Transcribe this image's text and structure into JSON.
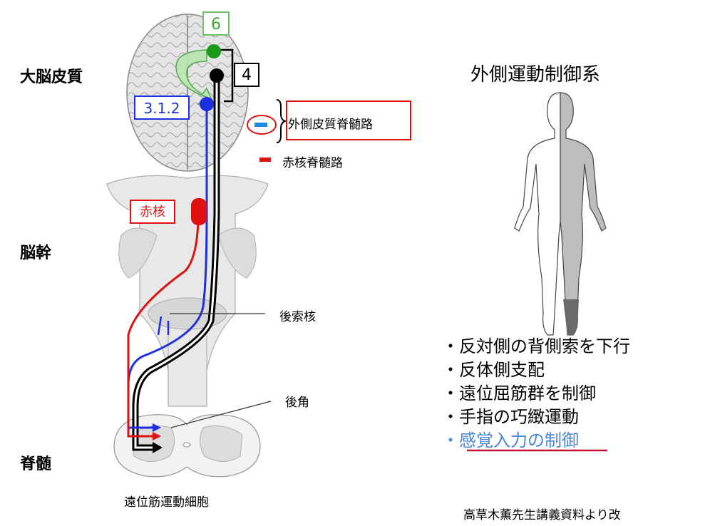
{
  "regions": {
    "cortex": "大脳皮質",
    "brainstem": "脳幹",
    "spinal_cord": "脊髄"
  },
  "area_labels": {
    "area6": "6",
    "area4": "4",
    "area312": "3.1.2",
    "red_nucleus": "赤核"
  },
  "legend": {
    "lateral_corticospinal": "外側皮質脊髄路",
    "rubrospinal": "赤核脊髄路"
  },
  "annotations": {
    "dorsal_column_nuclei": "後索核",
    "dorsal_horn": "後角",
    "distal_motor_neurons": "遠位筋運動細胞"
  },
  "title": "外側運動制御系",
  "bullets": [
    "・反対側の背側索を下行",
    "・反体側支配",
    "・遠位屈筋群を制御",
    "・手指の巧緻運動",
    "・感覚入力の制御"
  ],
  "credit": "高草木薫先生講義資料より改",
  "colors": {
    "green": "#1a9a1a",
    "blue": "#1e2fe0",
    "red": "#e01010",
    "highlight_blue": "#4a86d8",
    "underline_red": "#c0103a"
  }
}
